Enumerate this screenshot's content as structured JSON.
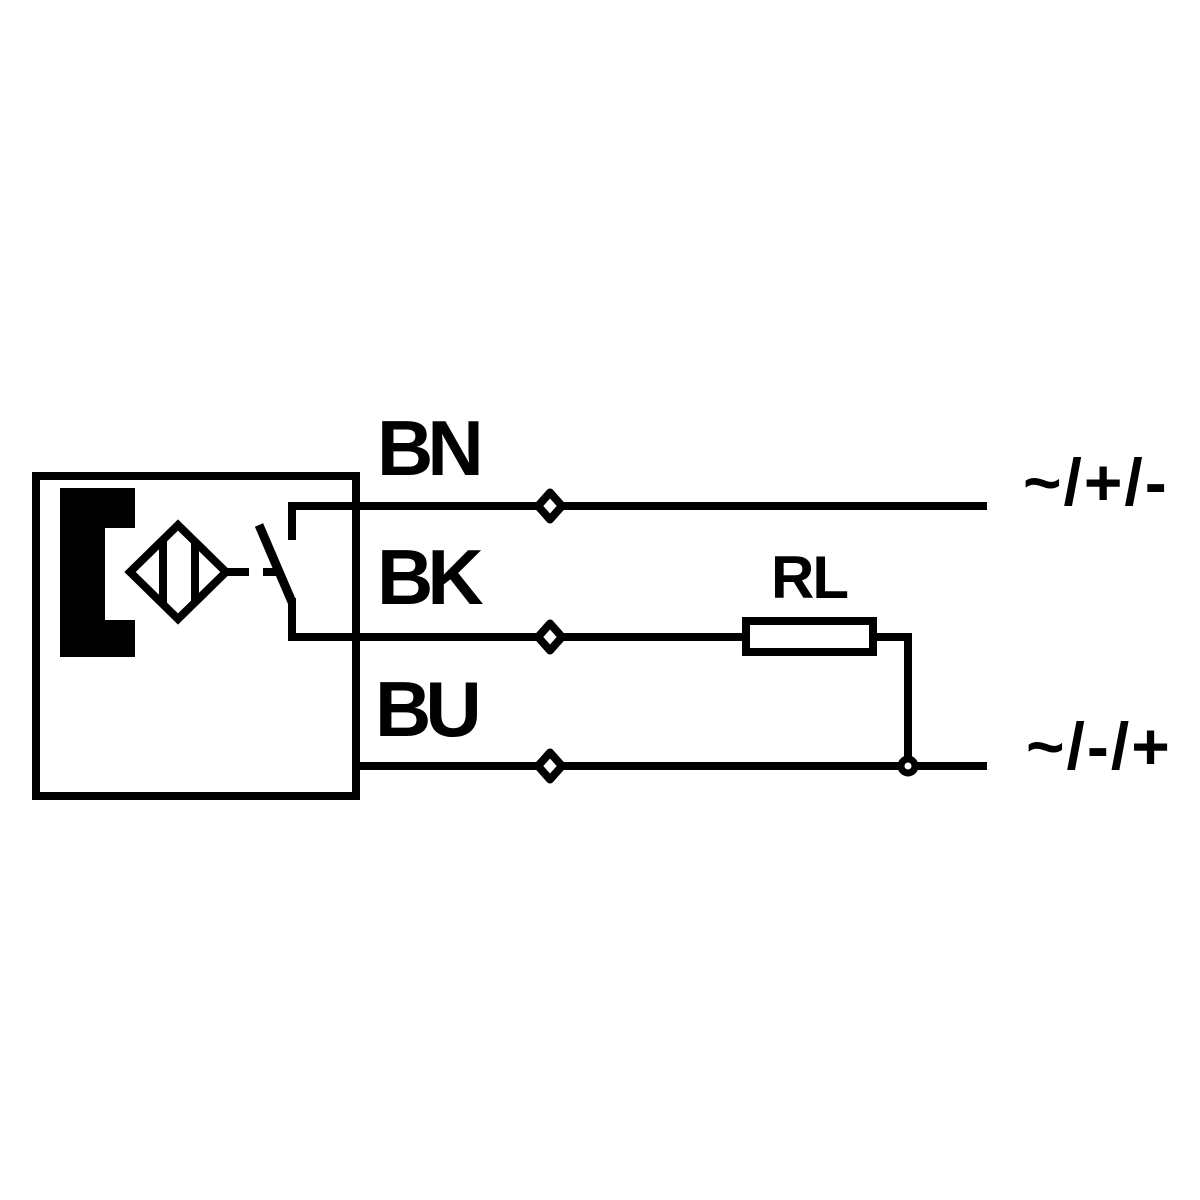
{
  "diagram": {
    "wire_bn_label": "BN",
    "wire_bk_label": "BK",
    "wire_bu_label": "BU",
    "load_label": "RL",
    "terminal_top_label": "~/+/-",
    "terminal_bottom_label": "~/-/+"
  },
  "colors": {
    "line": "#000000",
    "background": "#ffffff"
  }
}
